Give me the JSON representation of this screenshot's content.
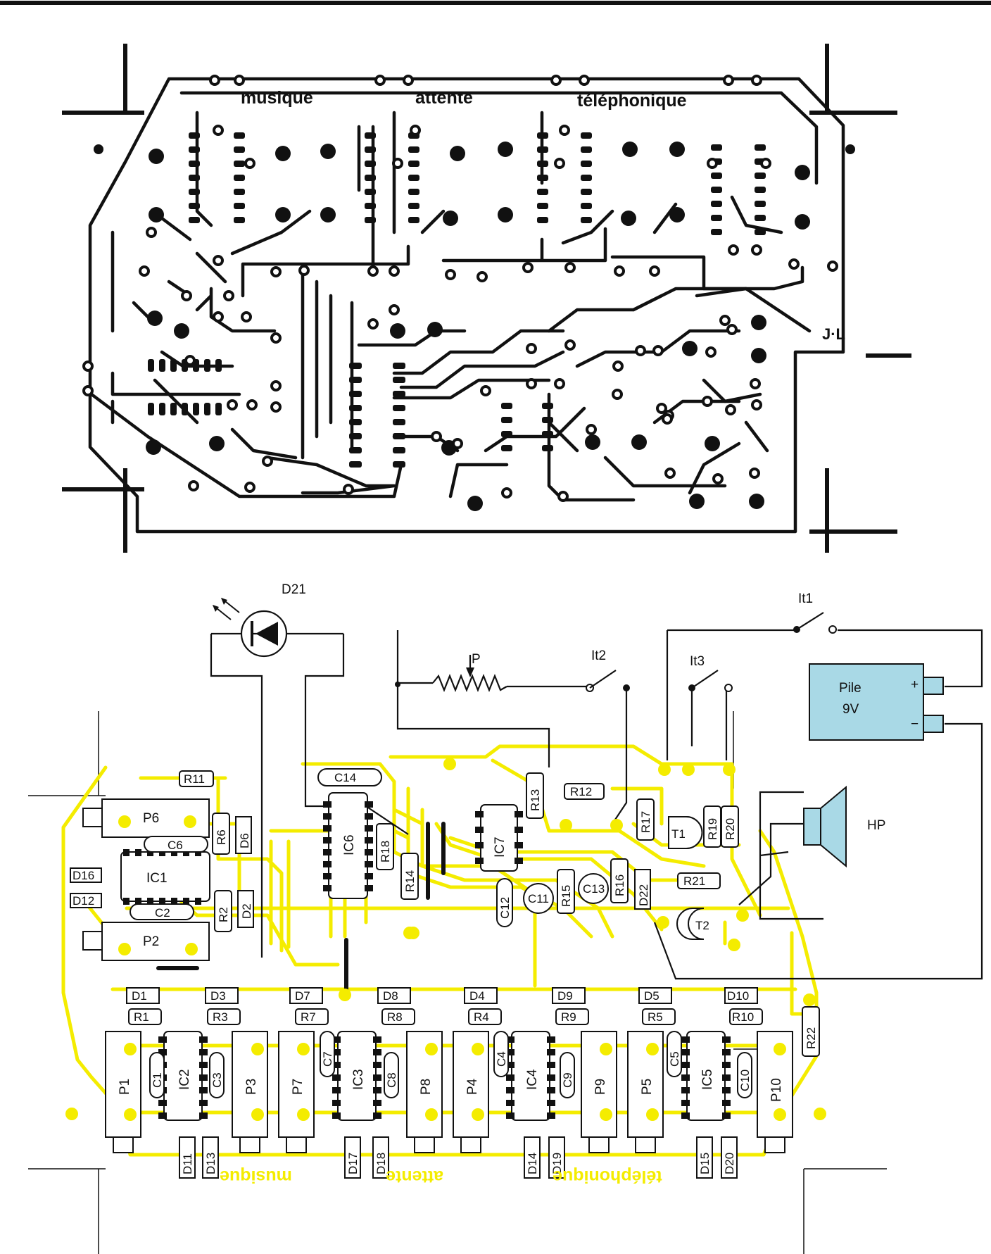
{
  "pcb": {
    "title_words": [
      "musique",
      "attente",
      "téléphonique"
    ],
    "initials": "J·L"
  },
  "schematic": {
    "led_label": "D21",
    "pot_label": "P",
    "switch_labels": [
      "It1",
      "It2",
      "It3"
    ],
    "battery": {
      "line1": "Pile",
      "line2": "9V",
      "plus": "+",
      "minus": "−",
      "fill": "#a9d9e6"
    },
    "speaker_label": "HP",
    "transistors": [
      "T1",
      "T2"
    ],
    "ic_labels": [
      "IC1",
      "IC2",
      "IC3",
      "IC4",
      "IC5",
      "IC6",
      "IC7"
    ],
    "pot_labels": [
      "P6",
      "P2",
      "P1",
      "P3",
      "P7",
      "P8",
      "P4",
      "P9",
      "P5",
      "P10"
    ],
    "resistor_labels": [
      "R11",
      "R6",
      "R2",
      "R18",
      "R14",
      "R13",
      "R12",
      "R17",
      "R19",
      "R20",
      "R15",
      "R16",
      "R21",
      "R1",
      "R3",
      "R7",
      "R8",
      "R4",
      "R9",
      "R5",
      "R10",
      "R22"
    ],
    "diode_labels": [
      "D6",
      "D16",
      "D12",
      "D2",
      "D22",
      "D1",
      "D3",
      "D7",
      "D8",
      "D4",
      "D9",
      "D5",
      "D10",
      "D11",
      "D13",
      "D17",
      "D18",
      "D14",
      "D19",
      "D15",
      "D20"
    ],
    "capacitor_labels": [
      "C14",
      "C6",
      "C2",
      "C12",
      "C11",
      "C13",
      "C1",
      "C3",
      "C7",
      "C8",
      "C4",
      "C9",
      "C5",
      "C10"
    ],
    "mirrored_text": [
      "musique",
      "attente",
      "téléphonique"
    ],
    "overlay_color": "#f4ec00"
  }
}
